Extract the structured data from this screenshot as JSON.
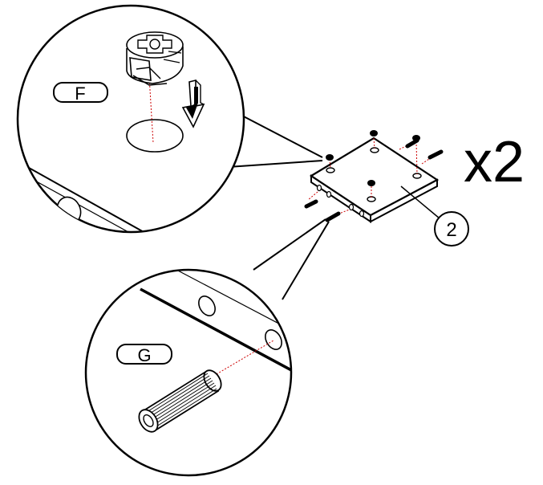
{
  "multiplier": "x2",
  "part_number": "2",
  "callout_f": "F",
  "callout_g": "G",
  "colors": {
    "ink": "#000000",
    "guide": "#cc0000",
    "background": "#ffffff"
  },
  "icons": [
    "cam-lock-icon",
    "wooden-dowel-icon",
    "down-arrow-icon",
    "panel-icon"
  ]
}
